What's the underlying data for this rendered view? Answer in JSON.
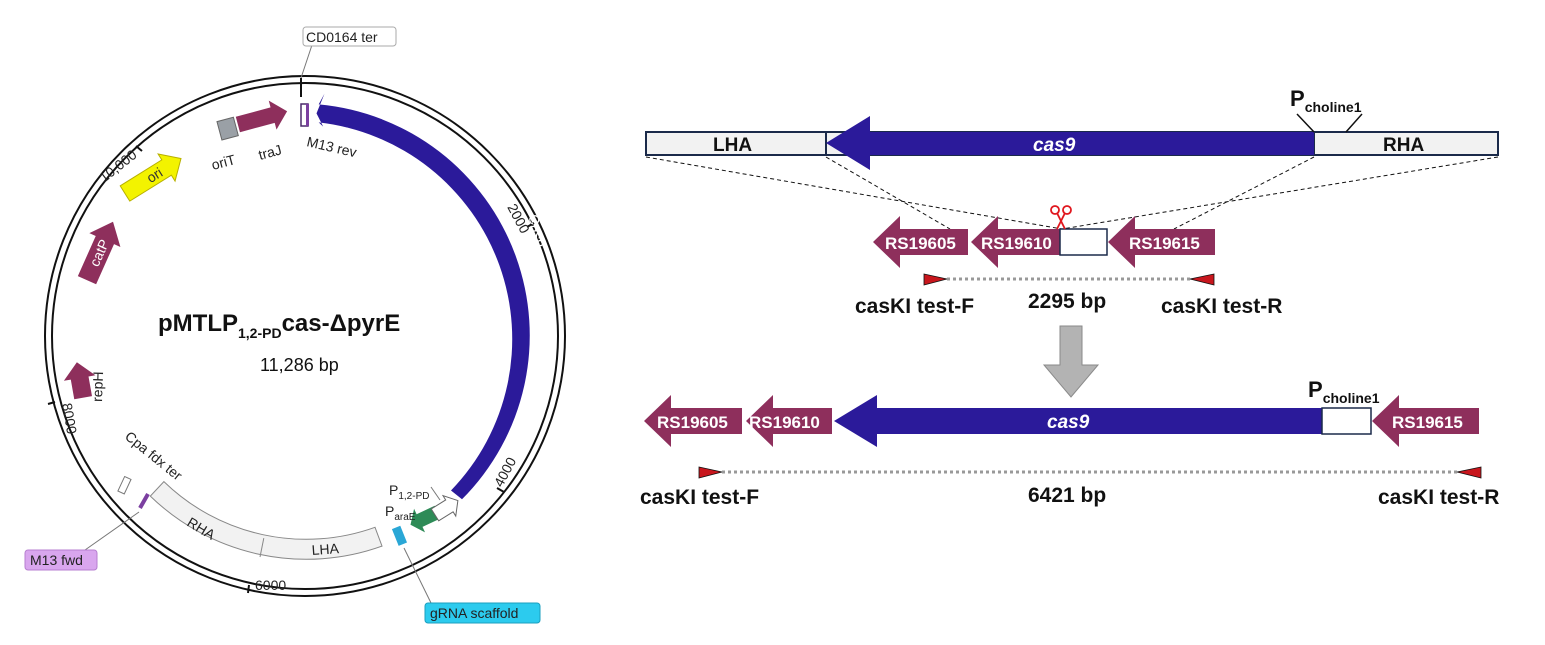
{
  "colors": {
    "cas9": "#2b1a9a",
    "gene": "#8e2f5c",
    "ori": "#f3f300",
    "oriT": "#9aa0a6",
    "pam": "#2e8b57",
    "scaffold": "#2aa7d6",
    "m13fwd": "#d9a6ee",
    "primer": "#c8161d",
    "arrowGray": "#b3b3b3"
  },
  "plasmid": {
    "name_main": "pMTLP",
    "name_sub": "1,2-PD",
    "name_tail": "cas-ΔpyrE",
    "size": "11,286 bp",
    "ticks": {
      "t2000": "2000",
      "t4000": "4000",
      "t6000": "6000",
      "t8000": "8000",
      "t10000": "10,000"
    },
    "features": {
      "cas9": "Cas9",
      "ori": "ori",
      "catP": "catP",
      "repH": "repH",
      "traJ": "traJ",
      "oriT": "oriT",
      "m13rev": "M13 rev",
      "cd0164": "CD0164 ter",
      "cpa": "Cpa fdx ter",
      "rha": "RHA",
      "lha": "LHA",
      "p12pd_main": "P",
      "p12pd_sub": "1,2-PD",
      "parae_main": "P",
      "parae_sub": "araE",
      "m13fwd": "M13 fwd",
      "gRNA": "gRNA scaffold"
    }
  },
  "construct": {
    "lha": "LHA",
    "cas9": "cas9",
    "rha": "RHA",
    "pchol_main": "P",
    "pchol_sub": "choline1"
  },
  "locus": {
    "genes": [
      "RS19605",
      "RS19610",
      "RS19615"
    ],
    "primerF": "casKI test-F",
    "primerR": "casKI test-R",
    "size": "2295 bp"
  },
  "result": {
    "genes": [
      "RS19605",
      "RS19610",
      "RS19615"
    ],
    "cas9": "cas9",
    "pchol_main": "P",
    "pchol_sub": "choline1",
    "primerF": "casKI test-F",
    "primerR": "casKI test-R",
    "size": "6421 bp"
  }
}
